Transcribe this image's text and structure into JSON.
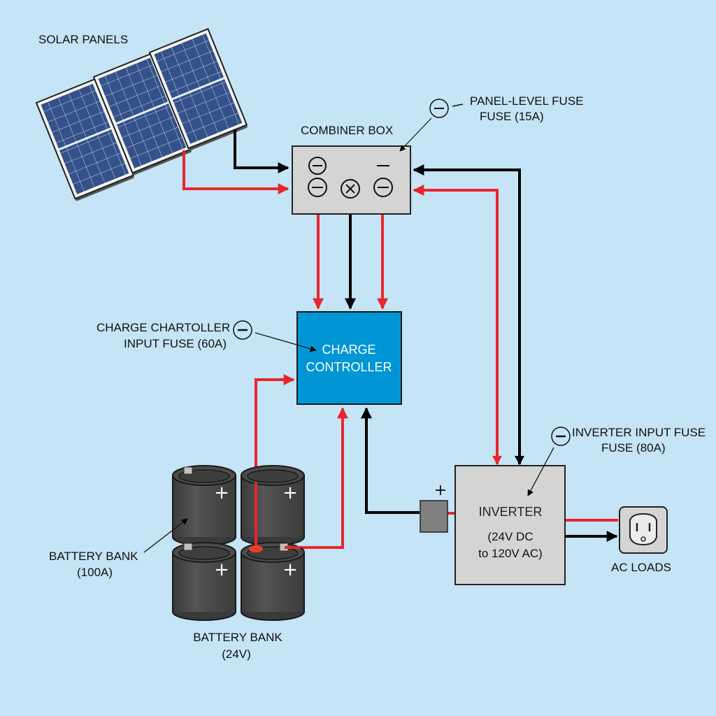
{
  "title": "Solar Power System Wiring Diagram",
  "colors": {
    "background": "#c5e4f5",
    "positive_wire": "#e8262d",
    "negative_wire": "#000000",
    "charge_controller": "#0096d6",
    "box_fill": "#d4d4d4",
    "panel_cell": "#34518a",
    "battery": "#4a4a4a"
  },
  "components": {
    "solar_panels": {
      "label": "SOLAR PANELS",
      "count": 3
    },
    "combiner_box": {
      "label": "COMBINER BOX",
      "fuse_symbols": [
        "minus",
        "minus",
        "x",
        "minus",
        "dash"
      ]
    },
    "panel_fuse": {
      "line1": "PANEL-LEVEL FUSE",
      "line2": "FUSE (15A)",
      "symbol": "minus"
    },
    "charge_controller": {
      "line1": "CHARGE",
      "line2": "CONTROLLER"
    },
    "cc_fuse": {
      "line1": "CHARGE CHARTOLLER",
      "line2": "INPUT FUSE (60A)",
      "symbol": "minus"
    },
    "inverter": {
      "line1": "INVERTER",
      "line2": "(24V DC",
      "line3": "to 120V AC)"
    },
    "inverter_fuse": {
      "line1": "INVERTER INPUT FUSE",
      "line2": "FUSE (80A)",
      "symbol": "minus"
    },
    "inline_fuse": {
      "polarity": "+"
    },
    "ac_loads": {
      "label": "AC LOADS"
    },
    "battery_bank": {
      "label_line1": "BATTERY BANK",
      "label_line2": "(24V)",
      "callout_line1": "BATTERY BANK",
      "callout_line2": "(100A)",
      "battery_count": 4,
      "battery_symbol": "+"
    }
  }
}
